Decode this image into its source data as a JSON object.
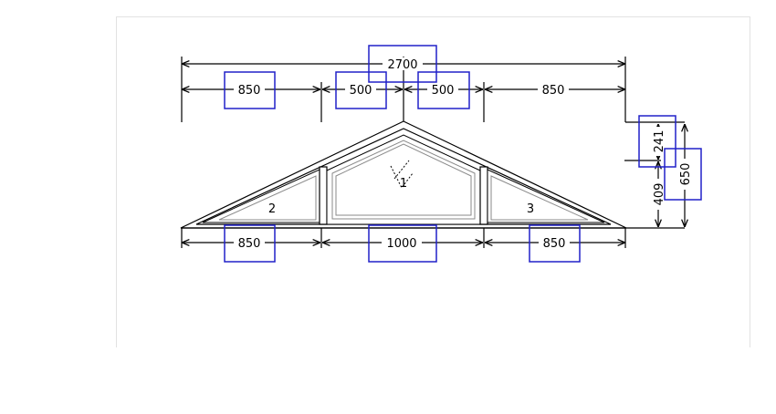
{
  "dimensions": {
    "overall_width": "2700",
    "top_left": "850",
    "top_mid_left": "500",
    "top_mid_right": "500",
    "top_right": "850",
    "bottom_left": "850",
    "bottom_middle": "1000",
    "bottom_right": "850",
    "right_upper": "241",
    "right_lower": "409",
    "right_total": "650"
  },
  "sashes": {
    "center": "1",
    "left": "2",
    "right": "3"
  },
  "colors": {
    "line": "#000000",
    "selection_box": "#2020c8",
    "panel_border": "#e2e2e2"
  }
}
